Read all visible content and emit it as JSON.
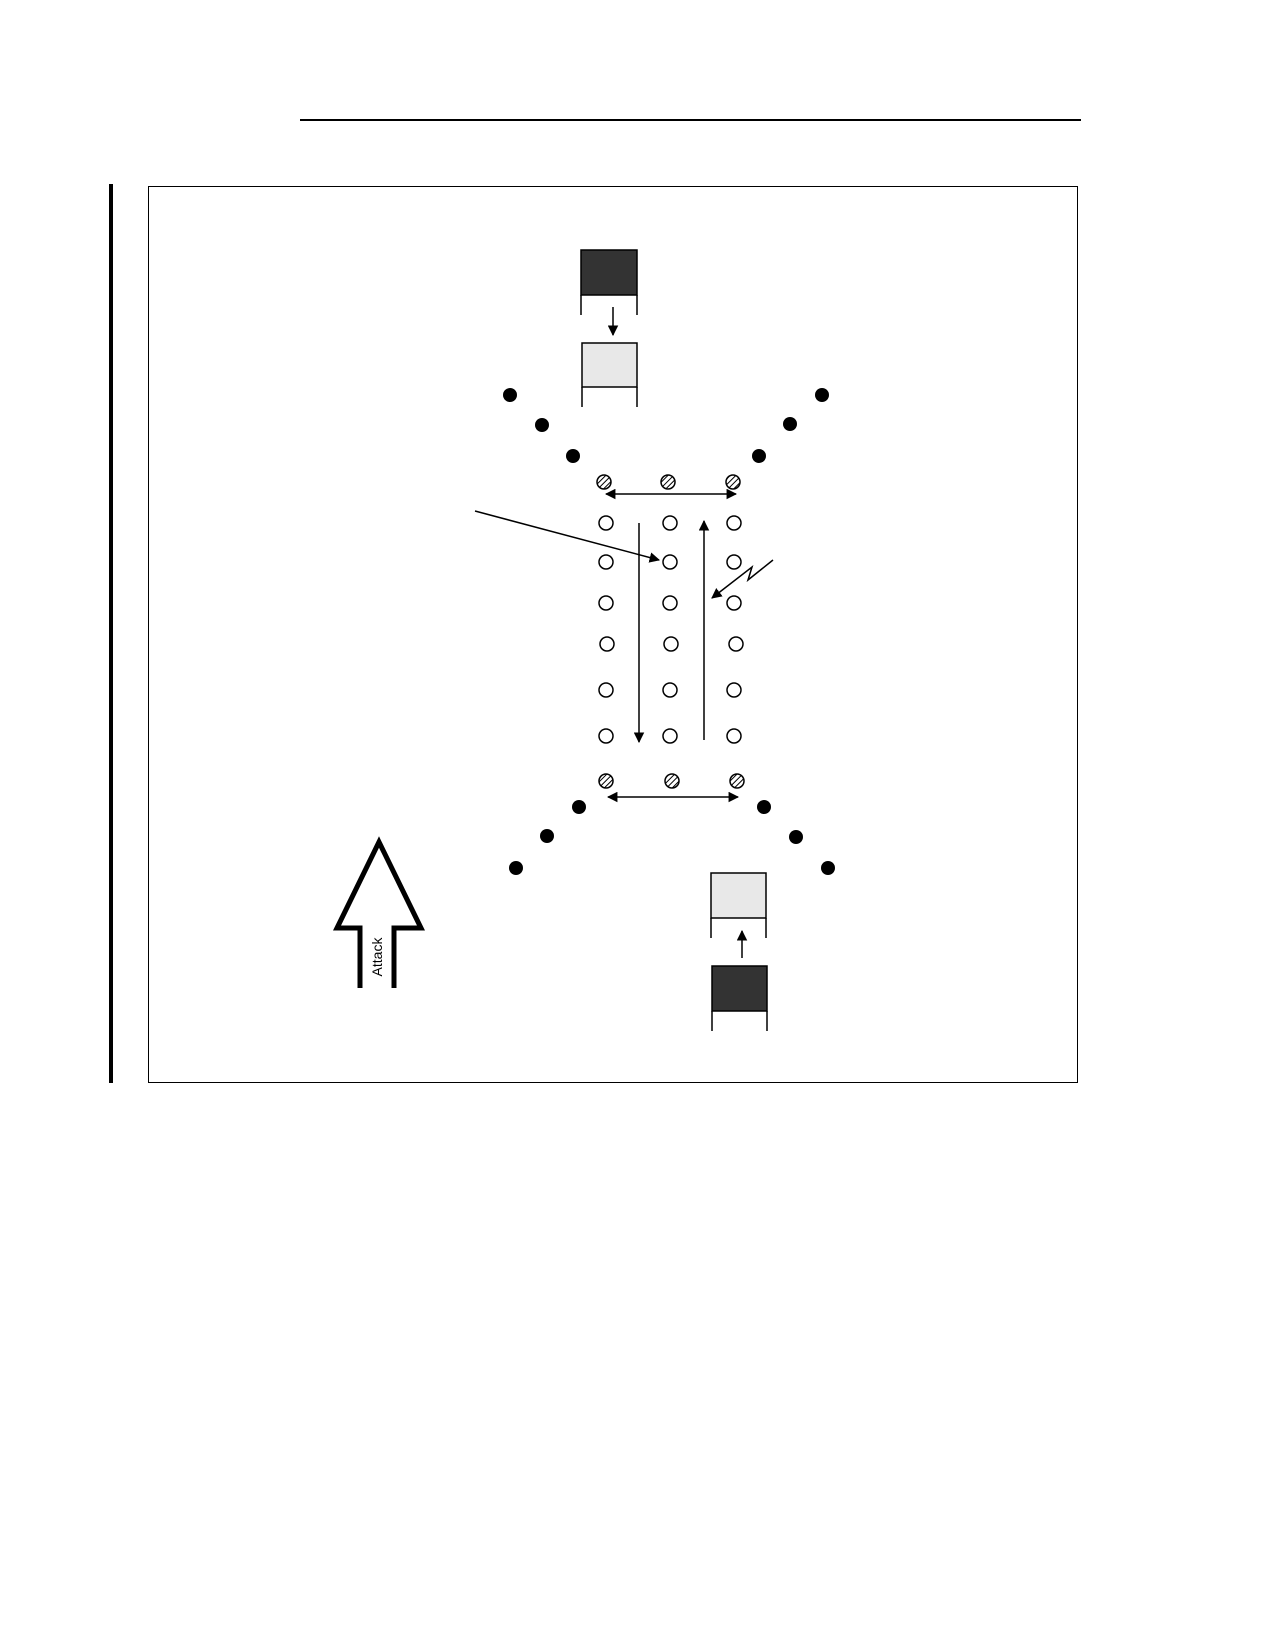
{
  "diagram": {
    "attack_label": "Attack",
    "colors": {
      "stroke": "#000000",
      "vehicle_dark": "#333333",
      "vehicle_light": "#e8e8e8",
      "security_dot": "#000000",
      "hatched_marker": "#000000"
    },
    "elements": {
      "vehicles": [
        "dark-vehicle",
        "light-vehicle",
        "light-vehicle",
        "dark-vehicle"
      ],
      "markers": [
        "security-position",
        "hatched-position",
        "open-position"
      ],
      "arrows": [
        "movement-arrow",
        "lateral-arrow",
        "pointer-arrow",
        "lightning-arrow",
        "attack-arrow"
      ]
    }
  }
}
